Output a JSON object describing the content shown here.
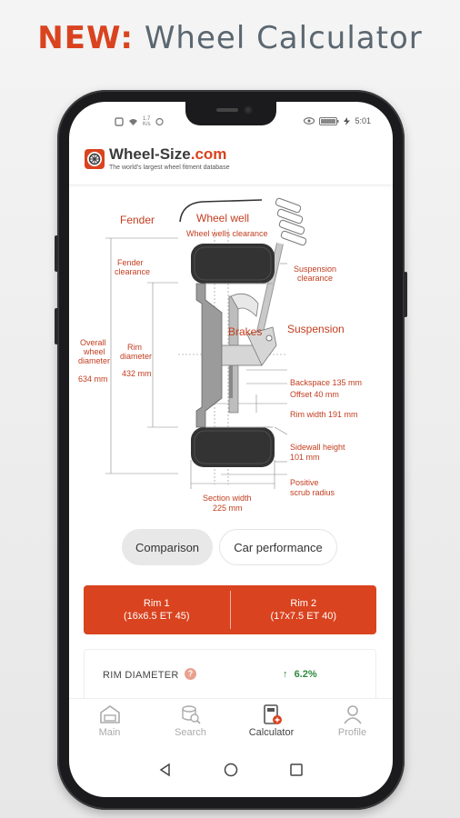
{
  "promo": {
    "accent": "NEW:",
    "title": "Wheel Calculator"
  },
  "status": {
    "time": "5:01",
    "net_top": "1.7",
    "net_bottom": "K/s"
  },
  "header": {
    "logo": "Wheel-Size",
    "logo_suffix": ".com",
    "tagline": "The world's largest wheel fitment database"
  },
  "diagram": {
    "fender": "Fender",
    "wheel_well": "Wheel well",
    "wheel_wells_clearance": "Wheel wells clearance",
    "fender_clearance_1": "Fender",
    "fender_clearance_2": "clearance",
    "suspension_clearance_1": "Suspension",
    "suspension_clearance_2": "clearance",
    "overall_1": "Overall",
    "overall_2": "wheel",
    "overall_3": "diameter",
    "overall_value": "634 mm",
    "rim_diameter_1": "Rim",
    "rim_diameter_2": "diameter",
    "rim_diameter_value": "432 mm",
    "brakes": "Brakes",
    "suspension": "Suspension",
    "backspace": "Backspace 135 mm",
    "offset": "Offset 40 mm",
    "rim_width": "Rim width 191 mm",
    "sidewall_1": "Sidewall height",
    "sidewall_2": "101 mm",
    "scrub_1": "Positive",
    "scrub_2": "scrub radius",
    "section_1": "Section width",
    "section_2": "225 mm"
  },
  "tabs": {
    "comparison": "Comparison",
    "car_performance": "Car performance"
  },
  "rims": {
    "rim1_title": "Rim 1",
    "rim1_spec": "(16x6.5 ET 45)",
    "rim2_title": "Rim 2",
    "rim2_spec": "(17x7.5 ET 40)"
  },
  "comparison": {
    "label": "RIM DIAMETER",
    "help": "?",
    "value": "6.2%"
  },
  "nav": {
    "main": "Main",
    "search": "Search",
    "calculator": "Calculator",
    "profile": "Profile"
  },
  "colors": {
    "accent": "#d9431f",
    "positive": "#2e8b3e",
    "text_muted": "#5b6770"
  }
}
